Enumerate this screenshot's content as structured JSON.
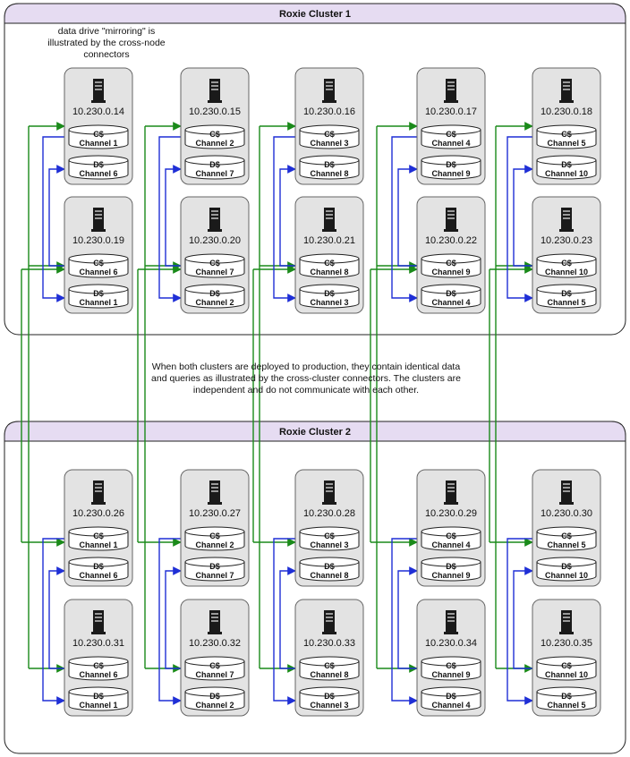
{
  "clusters": [
    {
      "title": "Roxie Cluster 1",
      "rows": [
        [
          {
            "ip": "10.230.0.14",
            "disks": [
              {
                "drive": "C$",
                "channel": "Channel 1"
              },
              {
                "drive": "D$",
                "channel": "Channel 6"
              }
            ]
          },
          {
            "ip": "10.230.0.15",
            "disks": [
              {
                "drive": "C$",
                "channel": "Channel 2"
              },
              {
                "drive": "D$",
                "channel": "Channel 7"
              }
            ]
          },
          {
            "ip": "10.230.0.16",
            "disks": [
              {
                "drive": "C$",
                "channel": "Channel 3"
              },
              {
                "drive": "D$",
                "channel": "Channel 8"
              }
            ]
          },
          {
            "ip": "10.230.0.17",
            "disks": [
              {
                "drive": "C$",
                "channel": "Channel 4"
              },
              {
                "drive": "D$",
                "channel": "Channel 9"
              }
            ]
          },
          {
            "ip": "10.230.0.18",
            "disks": [
              {
                "drive": "C$",
                "channel": "Channel 5"
              },
              {
                "drive": "D$",
                "channel": "Channel 10"
              }
            ]
          }
        ],
        [
          {
            "ip": "10.230.0.19",
            "disks": [
              {
                "drive": "C$",
                "channel": "Channel 6"
              },
              {
                "drive": "D$",
                "channel": "Channel 1"
              }
            ]
          },
          {
            "ip": "10.230.0.20",
            "disks": [
              {
                "drive": "C$",
                "channel": "Channel 7"
              },
              {
                "drive": "D$",
                "channel": "Channel 2"
              }
            ]
          },
          {
            "ip": "10.230.0.21",
            "disks": [
              {
                "drive": "C$",
                "channel": "Channel 8"
              },
              {
                "drive": "D$",
                "channel": "Channel 3"
              }
            ]
          },
          {
            "ip": "10.230.0.22",
            "disks": [
              {
                "drive": "C$",
                "channel": "Channel 9"
              },
              {
                "drive": "D$",
                "channel": "Channel 4"
              }
            ]
          },
          {
            "ip": "10.230.0.23",
            "disks": [
              {
                "drive": "C$",
                "channel": "Channel 10"
              },
              {
                "drive": "D$",
                "channel": "Channel 5"
              }
            ]
          }
        ]
      ]
    },
    {
      "title": "Roxie Cluster 2",
      "rows": [
        [
          {
            "ip": "10.230.0.26",
            "disks": [
              {
                "drive": "C$",
                "channel": "Channel 1"
              },
              {
                "drive": "D$",
                "channel": "Channel 6"
              }
            ]
          },
          {
            "ip": "10.230.0.27",
            "disks": [
              {
                "drive": "C$",
                "channel": "Channel 2"
              },
              {
                "drive": "D$",
                "channel": "Channel 7"
              }
            ]
          },
          {
            "ip": "10.230.0.28",
            "disks": [
              {
                "drive": "C$",
                "channel": "Channel 3"
              },
              {
                "drive": "D$",
                "channel": "Channel 8"
              }
            ]
          },
          {
            "ip": "10.230.0.29",
            "disks": [
              {
                "drive": "C$",
                "channel": "Channel 4"
              },
              {
                "drive": "D$",
                "channel": "Channel 9"
              }
            ]
          },
          {
            "ip": "10.230.0.30",
            "disks": [
              {
                "drive": "C$",
                "channel": "Channel 5"
              },
              {
                "drive": "D$",
                "channel": "Channel 10"
              }
            ]
          }
        ],
        [
          {
            "ip": "10.230.0.31",
            "disks": [
              {
                "drive": "C$",
                "channel": "Channel 6"
              },
              {
                "drive": "D$",
                "channel": "Channel 1"
              }
            ]
          },
          {
            "ip": "10.230.0.32",
            "disks": [
              {
                "drive": "C$",
                "channel": "Channel 7"
              },
              {
                "drive": "D$",
                "channel": "Channel 2"
              }
            ]
          },
          {
            "ip": "10.230.0.33",
            "disks": [
              {
                "drive": "C$",
                "channel": "Channel 8"
              },
              {
                "drive": "D$",
                "channel": "Channel 3"
              }
            ]
          },
          {
            "ip": "10.230.0.34",
            "disks": [
              {
                "drive": "C$",
                "channel": "Channel 9"
              },
              {
                "drive": "D$",
                "channel": "Channel 4"
              }
            ]
          },
          {
            "ip": "10.230.0.35",
            "disks": [
              {
                "drive": "C$",
                "channel": "Channel 10"
              },
              {
                "drive": "D$",
                "channel": "Channel 5"
              }
            ]
          }
        ]
      ]
    }
  ],
  "notes": {
    "mirroring": [
      "data drive \"mirroring\" is",
      "illustrated by the cross-node",
      "connectors"
    ],
    "clusters": [
      "When both clusters are deployed to production, they contain identical data",
      "and queries as illustrated by the cross-cluster connectors. The clusters are",
      "independent and do not communicate with each other."
    ]
  },
  "colors": {
    "header": "#e6dcf2",
    "node_fill": "#e3e3e3",
    "mirror_connector": "#1f2fd6",
    "cluster_connector": "#1a8a1a"
  },
  "icons": {
    "server": "server-tower-icon",
    "disk": "disk-cylinder-icon"
  }
}
